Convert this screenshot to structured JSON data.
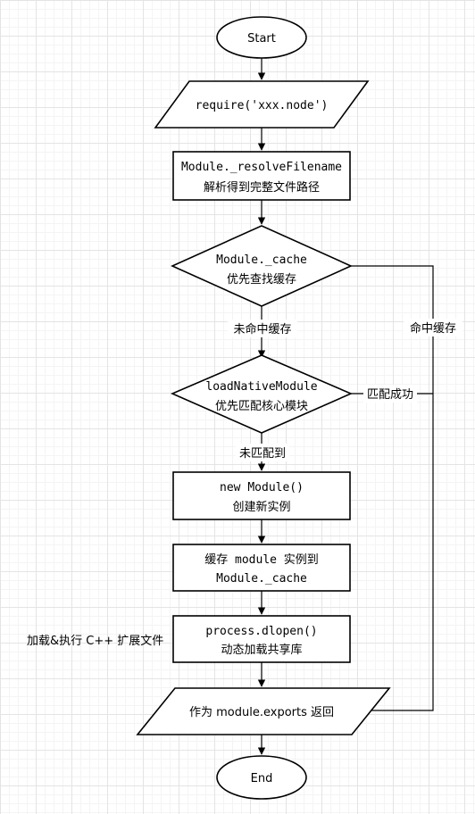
{
  "nodes": {
    "start": "Start",
    "require": "require('xxx.node')",
    "resolve_line1": "Module._resolveFilename",
    "resolve_line2": "解析得到完整文件路径",
    "cache_line1": "Module._cache",
    "cache_line2": "优先查找缓存",
    "native_line1": "loadNativeModule",
    "native_line2": "优先匹配核心模块",
    "new_line1": "new Module()",
    "new_line2": "创建新实例",
    "store_line1": "缓存 module 实例到",
    "store_line2": "Module._cache",
    "dlopen_line1": "process.dlopen()",
    "dlopen_line2": "动态加载共享库",
    "exports": "作为 module.exports 返回",
    "end": "End"
  },
  "edges": {
    "cache_miss": "未命中缓存",
    "cache_hit": "命中缓存",
    "native_no_match": "未匹配到",
    "native_match": "匹配成功"
  },
  "annotations": {
    "dlopen_note": "加载&执行 C++ 扩展文件"
  }
}
